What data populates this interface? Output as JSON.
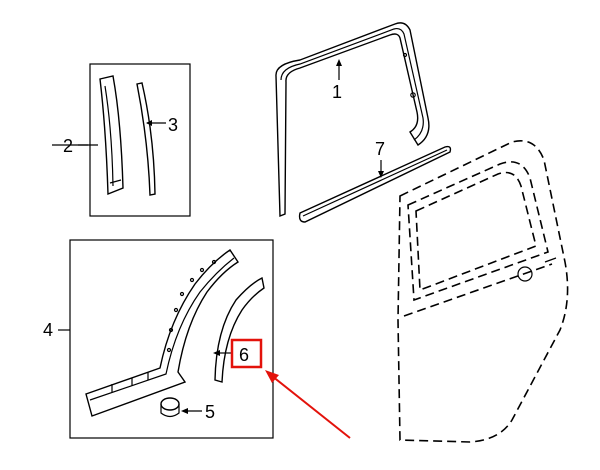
{
  "callouts": {
    "c1": "1",
    "c2": "2",
    "c3": "3",
    "c4": "4",
    "c5": "5",
    "c6": "6",
    "c7": "7"
  },
  "highlight": {
    "target": "6",
    "color": "#e3120b"
  }
}
